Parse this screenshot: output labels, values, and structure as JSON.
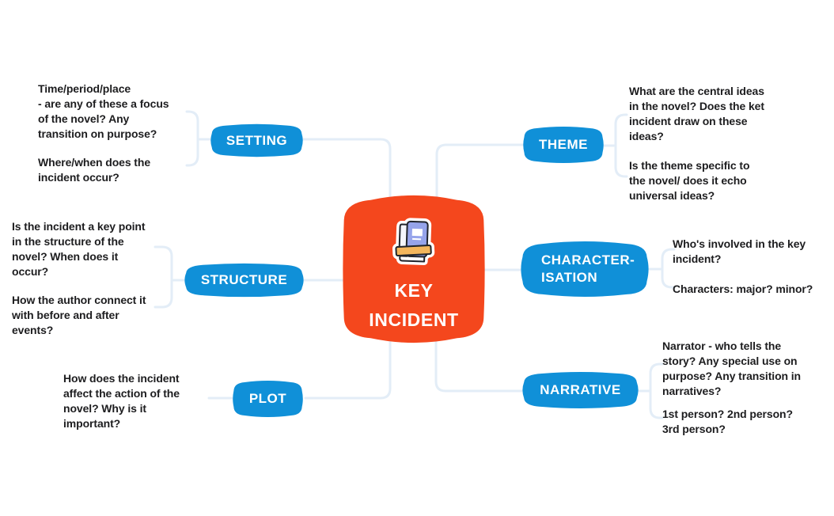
{
  "diagram_title": "Key Incident mind map",
  "colors": {
    "accent_orange": "#F4471D",
    "node_blue": "#1090D8",
    "connector": "#E3EDF7",
    "text_dark": "#1D1D1F",
    "white": "#FFFFFF",
    "book_cover": "#96A4EB",
    "book_band": "#F3B65C"
  },
  "center": {
    "label": "KEY\nINCIDENT",
    "icon": "book-icon"
  },
  "nodes": {
    "setting": {
      "label": "SETTING"
    },
    "structure": {
      "label": "STRUCTURE"
    },
    "plot": {
      "label": "PLOT"
    },
    "theme": {
      "label": "THEME"
    },
    "characterisation": {
      "label": "CHARACTER-\nISATION"
    },
    "narrative": {
      "label": "NARRATIVE"
    }
  },
  "notes": {
    "setting_1": "Time/period/place\n- are any of these a focus\nof the novel? Any\ntransition on purpose?",
    "setting_2": "Where/when does the\nincident occur?",
    "structure_1": "Is the incident a key point\nin the structure of the\nnovel? When does it\noccur?",
    "structure_2": "How the author connect it\nwith before and after\nevents?",
    "plot_1": "How does the incident\naffect the action of the\nnovel? Why is it\nimportant?",
    "theme_1": "What are the central ideas\nin the novel? Does the ket\nincident draw on these\nideas?",
    "theme_2": "Is the theme specific to\nthe novel/ does it echo\nuniversal ideas?",
    "characterisation_1": "Who's involved in the key\nincident?",
    "characterisation_2": "Characters: major? minor?",
    "narrative_1": "Narrator - who tells the\nstory? Any special use on\npurpose? Any transition in\nnarratives?",
    "narrative_2": "1st person? 2nd person?\n3rd person?"
  }
}
